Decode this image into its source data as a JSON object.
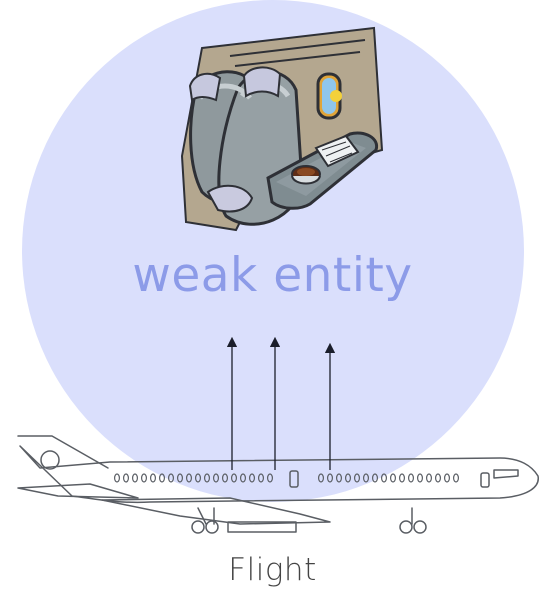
{
  "diagram": {
    "weak_entity_label": "weak entity",
    "entity_label": "Flight"
  },
  "icons": {
    "top": "airplane-seat-tray-clipart",
    "bottom": "airplane-outline"
  },
  "colors": {
    "circle_fill": "#dadffc",
    "accent_text": "#8c9be8",
    "plane_stroke": "#5a5e64",
    "arrow": "#1b1e2b"
  }
}
